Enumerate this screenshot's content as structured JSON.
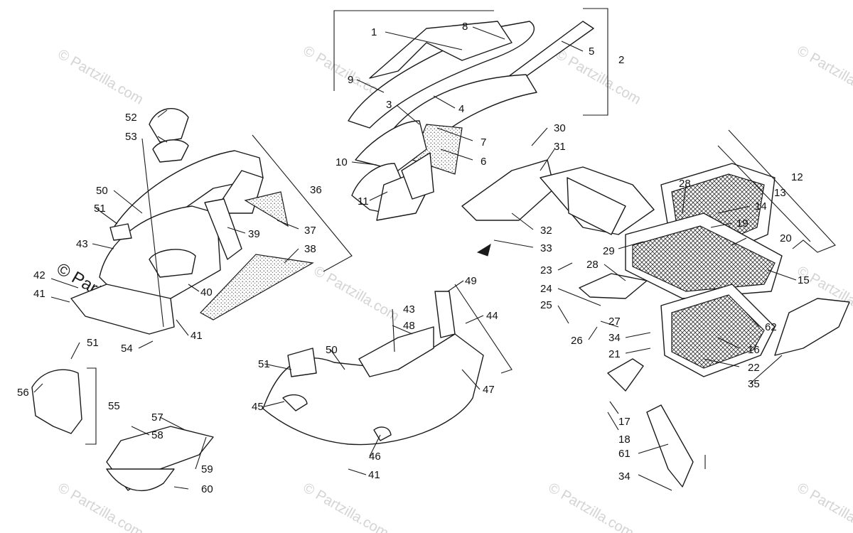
{
  "watermark": {
    "text": "© Partzilla.com",
    "prominent_text": "© Partzilla.com"
  },
  "callouts": [
    "1",
    "2",
    "3",
    "4",
    "5",
    "6",
    "7",
    "8",
    "9",
    "10",
    "11",
    "12",
    "13",
    "14",
    "15",
    "16",
    "17",
    "18",
    "19",
    "20",
    "21",
    "22",
    "23",
    "24",
    "25",
    "26",
    "27",
    "28",
    "28",
    "29",
    "30",
    "31",
    "32",
    "33",
    "34",
    "34",
    "35",
    "36",
    "37",
    "38",
    "39",
    "40",
    "41",
    "41",
    "41",
    "41",
    "42",
    "43",
    "43",
    "44",
    "45",
    "46",
    "47",
    "48",
    "49",
    "50",
    "50",
    "51",
    "51",
    "51",
    "52",
    "53",
    "54",
    "55",
    "56",
    "57",
    "58",
    "59",
    "60",
    "61",
    "62"
  ],
  "colors": {
    "line": "#1a1a1a",
    "watermark": "#d4d4d4",
    "background": "#ffffff"
  }
}
